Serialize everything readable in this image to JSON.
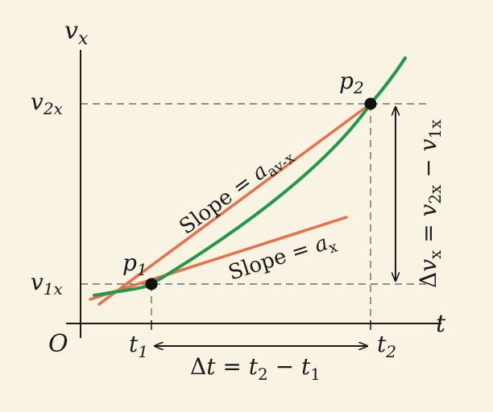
{
  "axes": {
    "y_label": {
      "main": "v",
      "sub": "x"
    },
    "x_label": "t",
    "origin_label": "O"
  },
  "y_ticks": {
    "v2x": {
      "main": "v",
      "sub": "2x"
    },
    "v1x": {
      "main": "v",
      "sub": "1x"
    }
  },
  "x_ticks": {
    "t1": {
      "main": "t",
      "sub": "1"
    },
    "t2": {
      "main": "t",
      "sub": "2"
    }
  },
  "points": {
    "p1": {
      "main": "p",
      "sub": "1"
    },
    "p2": {
      "main": "p",
      "sub": "2"
    }
  },
  "annotations": {
    "slope_avg": {
      "text": "Slope = ",
      "var": "a",
      "sub": "av-x"
    },
    "slope_inst": {
      "text": "Slope = ",
      "var": "a",
      "sub": "x"
    },
    "delta_t": {
      "delta": "Δ",
      "t": "t",
      "eq": " = ",
      "t2": "t",
      "t2sub": "2",
      "minus": " − ",
      "t1": "t",
      "t1sub": "1"
    },
    "delta_v": {
      "delta": "Δ",
      "v": "v",
      "vsub": "x",
      "eq": " = ",
      "v2": "v",
      "v2sub": "2x",
      "minus": " − ",
      "v1": "v",
      "v1sub": "1x"
    }
  },
  "colors": {
    "background": "#f8f3e2",
    "curve": "#1f9a4a",
    "tangent": "#e8714a",
    "axis": "#1a1a1a",
    "dashed": "#555555"
  }
}
